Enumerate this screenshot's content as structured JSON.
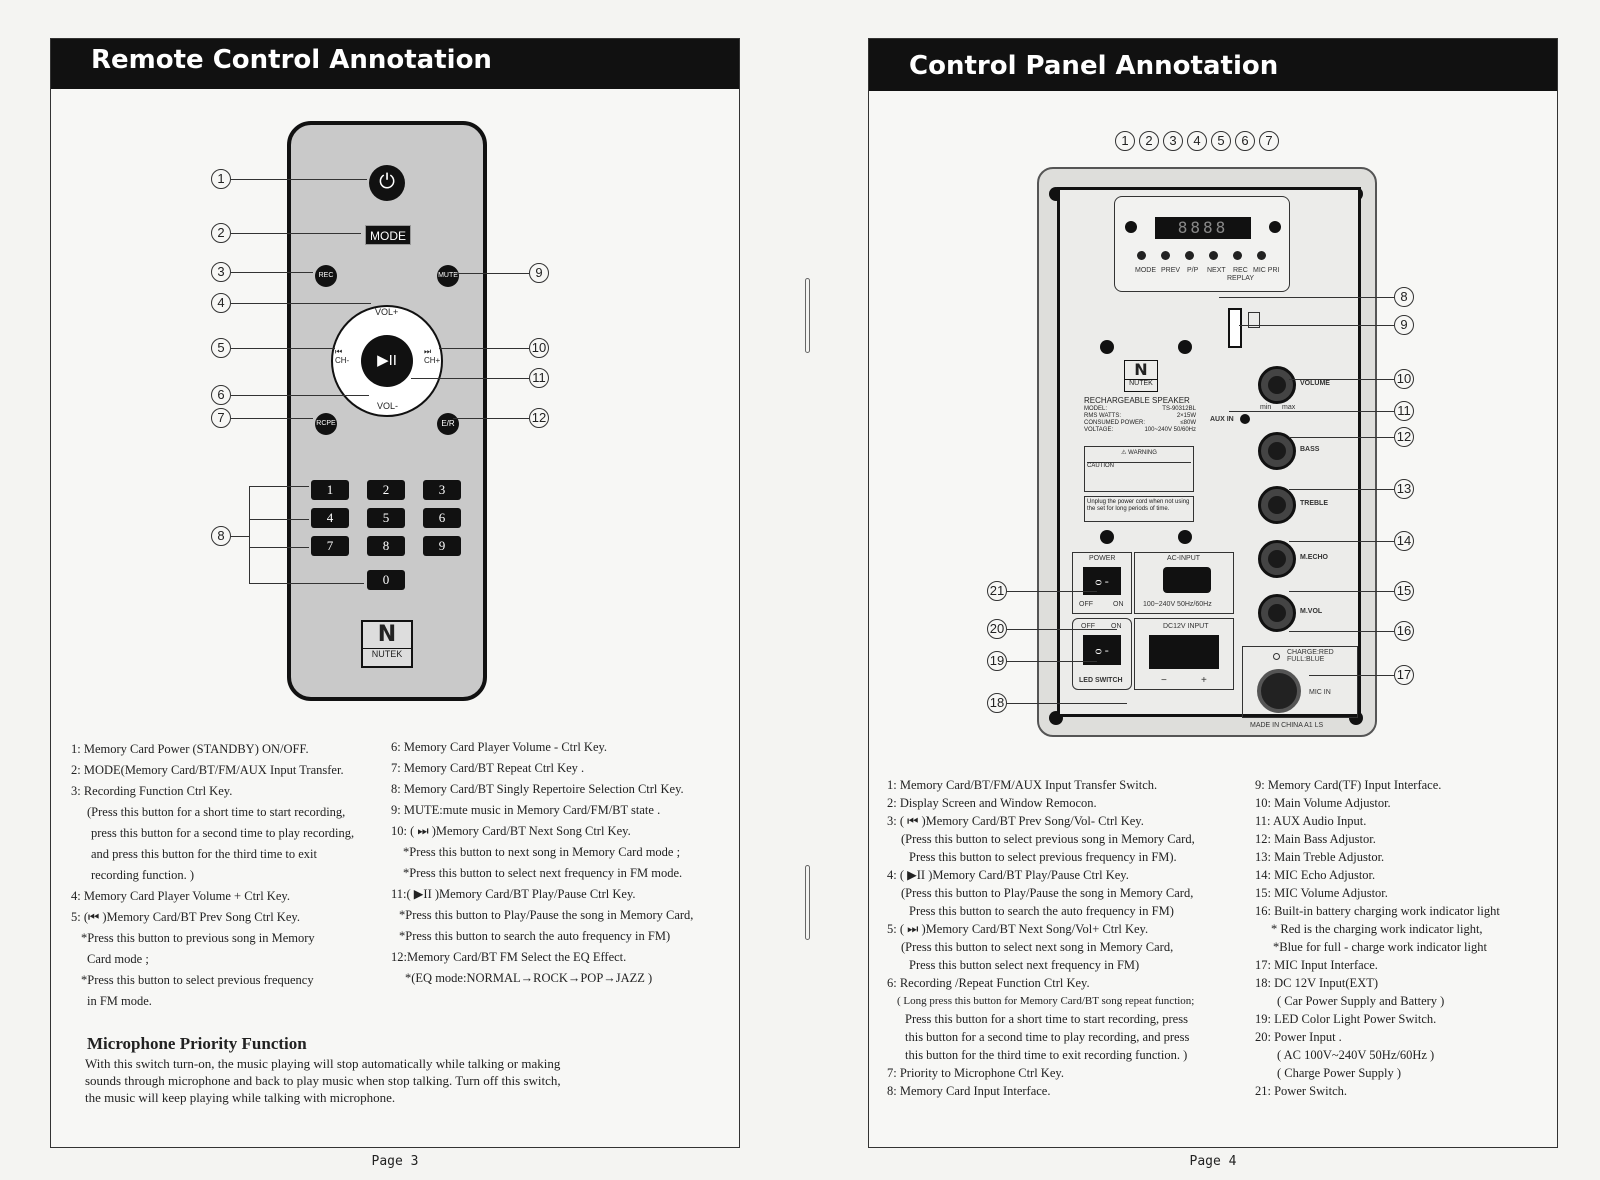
{
  "left_page": {
    "title": "Remote Control Annotation",
    "footer": "Page 3",
    "callouts": [
      "1",
      "2",
      "3",
      "4",
      "5",
      "6",
      "7",
      "8",
      "9",
      "10",
      "11",
      "12"
    ],
    "remote": {
      "mode_label": "MODE",
      "rec_label": "REC",
      "mute_label": "MUTE",
      "rpt_label": "RCPE",
      "er_label": "E/R",
      "vol_up_label": "VOL+",
      "vol_down_label": "VOL-",
      "ch_minus_label": "CH-",
      "ch_plus_label": "CH+",
      "play_glyph": "▶II",
      "number_keys": [
        "1",
        "2",
        "3",
        "4",
        "5",
        "6",
        "7",
        "8",
        "9",
        "0"
      ],
      "brand": "NUTEK",
      "logo_glyph": "N"
    },
    "descriptions_col1": [
      "1: Memory Card  Power (STANDBY) ON/OFF.",
      "2: MODE(Memory Card/BT/FM/AUX Input Transfer.",
      "3: Recording Function Ctrl Key.",
      "(Press this button for a short time to start recording,",
      "press this button for a second time to play recording,",
      "and press this button for the third time to exit",
      "recording function. )",
      "4: Memory Card Player Volume + Ctrl Key.",
      "5: (⏮ )Memory Card/BT Prev Song  Ctrl Key.",
      "*Press this button to previous song in Memory",
      "Card mode ;",
      "*Press this button to select previous frequency",
      "in FM mode."
    ],
    "descriptions_col2": [
      "6: Memory Card Player Volume - Ctrl Key.",
      "7: Memory Card/BT Repeat Ctrl Key .",
      "8: Memory Card/BT Singly Repertoire Selection Ctrl Key.",
      "9: MUTE:mute music in Memory Card/FM/BT state .",
      "10: ( ⏭ )Memory Card/BT Next Song Ctrl Key.",
      "*Press this button to next song in Memory Card mode ;",
      "*Press this button to select next frequency in FM mode.",
      "11:( ▶II )Memory Card/BT Play/Pause Ctrl Key.",
      "*Press this button to Play/Pause the song in Memory Card,",
      "*Press this button to search the auto frequency in FM)",
      "12:Memory Card/BT FM Select the EQ Effect.",
      "*(EQ mode:NORMAL→ROCK→POP→JAZZ  )"
    ],
    "mic_priority": {
      "heading": "Microphone Priority Function",
      "lines": [
        "With this switch turn-on, the music playing will stop automatically while talking or making",
        "sounds through microphone and back to play music when stop talking. Turn off this switch,",
        "the music will keep playing while talking with microphone."
      ]
    }
  },
  "right_page": {
    "title": "Control Panel Annotation",
    "footer": "Page 4",
    "top_callouts": [
      "1",
      "2",
      "3",
      "4",
      "5",
      "6",
      "7"
    ],
    "right_callouts": [
      "8",
      "9",
      "10",
      "11",
      "12",
      "13",
      "14",
      "15",
      "16",
      "17"
    ],
    "left_callouts": [
      "21",
      "20",
      "19",
      "18"
    ],
    "panel": {
      "display": "8888",
      "button_labels": [
        "MODE",
        "PREV",
        "P/P",
        "NEXT",
        "REC",
        "MIC PRI"
      ],
      "replay_label": "REPLAY",
      "brand": "NUTEK",
      "logo_glyph": "N",
      "spec_title": "RECHARGEABLE  SPEAKER",
      "specs": [
        {
          "k": "MODEL:",
          "v": "TS-90312BL"
        },
        {
          "k": "RMS WATTS:",
          "v": "2×15W"
        },
        {
          "k": "CONSUMED POWER:",
          "v": "≤80W"
        },
        {
          "k": "VOLTAGE:",
          "v": "100~240V 50/60Hz"
        }
      ],
      "warning_label": "WARNING",
      "caution_text": "CAUTION",
      "unplug_text": "Unplug the power cord when not using the set for long periods of time.",
      "knobs": [
        "VOLUME",
        "BASS",
        "TREBLE",
        "M.ECHO",
        "M.VOL"
      ],
      "min_label": "min",
      "max_label": "max",
      "aux_in": "AUX IN",
      "power_label": "POWER",
      "off_label": "OFF",
      "on_label": "ON",
      "ac_input": "AC-INPUT",
      "ac_spec": "100~240V 50Hz/60Hz",
      "dc_input": "DC12V INPUT",
      "led_switch": "LED SWITCH",
      "minus": "−",
      "plus": "+",
      "charge_led": "CHARGE:RED\nFULL:BLUE",
      "mic_in": "MIC IN",
      "made_in": "MADE IN CHINA  A1  LS"
    },
    "descriptions_col1": [
      "1: Memory Card/BT/FM/AUX Input Transfer Switch.",
      "2: Display Screen and Window Remocon.",
      "3: ( ⏮ )Memory Card/BT Prev Song/Vol- Ctrl Key.",
      "(Press this button to select previous song in Memory Card,",
      "Press this button to select previous frequency in FM).",
      "4: ( ▶II )Memory Card/BT Play/Pause Ctrl Key.",
      "(Press this button to Play/Pause the song in Memory Card,",
      "Press this button to search the auto frequency in FM)",
      "5: ( ⏭ )Memory Card/BT Next Song/Vol+ Ctrl Key.",
      "(Press this button to select next song in Memory Card,",
      "Press this button select next frequency in FM)",
      "6: Recording /Repeat Function Ctrl Key.",
      "( Long press this button for Memory Card/BT song repeat function;",
      "Press this button for a short time to start recording, press",
      "this button for a second time to play recording, and press",
      "this button for the third time to exit recording function. )",
      "7: Priority to Microphone Ctrl Key.",
      "8: Memory Card Input Interface."
    ],
    "descriptions_col2": [
      "9: Memory Card(TF) Input Interface.",
      "10: Main Volume Adjustor.",
      "11: AUX Audio Input.",
      "12: Main Bass Adjustor.",
      "13: Main Treble Adjustor.",
      "14: MIC Echo Adjustor.",
      "15: MIC Volume Adjustor.",
      "16: Built-in battery charging work indicator light",
      "* Red is the charging work indicator light,",
      "*Blue for full - charge work indicator light",
      "17: MIC Input Interface.",
      "18: DC 12V Input(EXT)",
      "( Car Power Supply and Battery )",
      "19: LED Color Light Power Switch.",
      "20: Power Input .",
      "( AC 100V~240V 50Hz/60Hz )",
      "( Charge Power Supply )",
      "21: Power Switch."
    ]
  }
}
